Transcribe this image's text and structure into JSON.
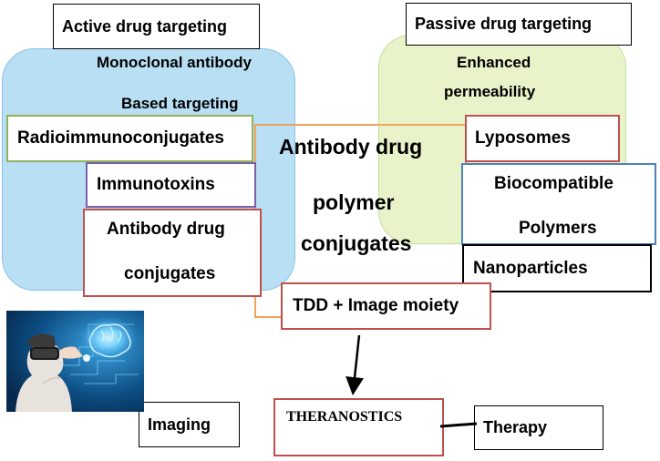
{
  "colors": {
    "active_region": "#b9dff5",
    "passive_region": "#e9f3c9",
    "central_border": "#f0a35e",
    "radio_border": "#8fb25a",
    "immuno_border": "#7b5ea8",
    "red_border": "#c0504d",
    "biocompat_border": "#4f81bd",
    "black": "#000000"
  },
  "active": {
    "title": "Active drug targeting",
    "line1": "Monoclonal antibody",
    "line2": "Based targeting"
  },
  "passive": {
    "title": "Passive drug targeting",
    "line1": "Enhanced",
    "line2": "permeability"
  },
  "central": {
    "line1": "Antibody drug",
    "line2": "polymer",
    "line3": "conjugates"
  },
  "nodes": {
    "radio": "Radioimmunoconjugates",
    "immunotoxins": "Immunotoxins",
    "adc_line1": "Antibody drug",
    "adc_line2": "conjugates",
    "lyposomes": "Lyposomes",
    "biocompat_line1": "Biocompatible",
    "biocompat_line2": "Polymers",
    "nanoparticles": "Nanoparticles",
    "tdd": "TDD + Image moiety",
    "theranostics": "THERANOSTICS",
    "imaging": "Imaging",
    "therapy": "Therapy"
  },
  "icons": {
    "vr": "vr-headset-brain-icon"
  }
}
